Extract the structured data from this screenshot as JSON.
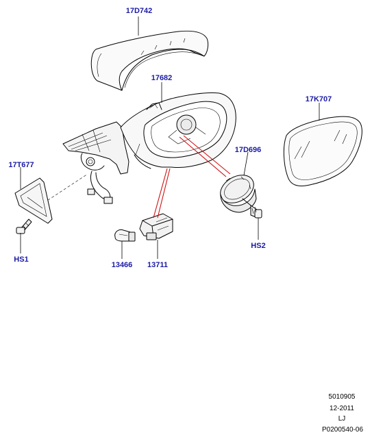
{
  "parts": [
    {
      "id": "cover",
      "label": "17D742"
    },
    {
      "id": "housing",
      "label": "17682"
    },
    {
      "id": "glass",
      "label": "17K707"
    },
    {
      "id": "actuator",
      "label": "17D696"
    },
    {
      "id": "puddle-lens",
      "label": "17T677"
    },
    {
      "id": "screw-left",
      "label": "HS1"
    },
    {
      "id": "screw-right",
      "label": "HS2"
    },
    {
      "id": "bulb",
      "label": "13466"
    },
    {
      "id": "lamp-unit",
      "label": "13711"
    }
  ],
  "footer": {
    "line1": "5010905",
    "line2": "12-2011",
    "line3": "LJ",
    "line4": "P0200540-06"
  },
  "colors": {
    "label": "#1a1aa6",
    "link_lines": "#d01010",
    "ink": "#000000"
  }
}
